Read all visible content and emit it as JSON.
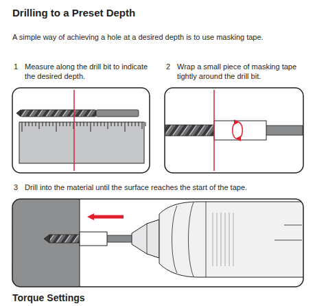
{
  "diagram": {
    "title": "Drilling to a Preset Depth",
    "labels": [
      "A simple way of achieving a hole at a desired depth is to use masking tape.",
      "1",
      "Measure along the drill bit to indicate the desired depth.",
      "2",
      "Wrap a small piece of masking tape tightly around the drill bit.",
      "3",
      "Drill into the material until the surface reaches the start of the tape.",
      "Torque Settings"
    ]
  }
}
